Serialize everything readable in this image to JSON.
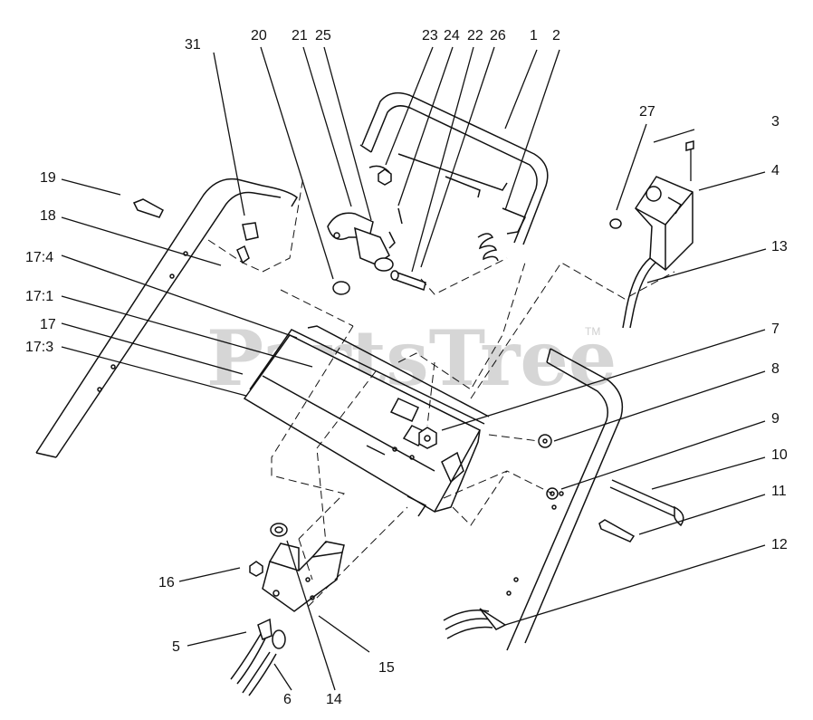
{
  "watermark": {
    "text": "PartsTree",
    "trademark": "TM"
  },
  "callouts": [
    "1",
    "2",
    "3",
    "4",
    "5",
    "6",
    "7",
    "8",
    "9",
    "10",
    "11",
    "12",
    "13",
    "14",
    "15",
    "16",
    "17",
    "17:1",
    "17:3",
    "17:4",
    "18",
    "19",
    "20",
    "21",
    "22",
    "23",
    "24",
    "25",
    "26",
    "27",
    "31"
  ]
}
